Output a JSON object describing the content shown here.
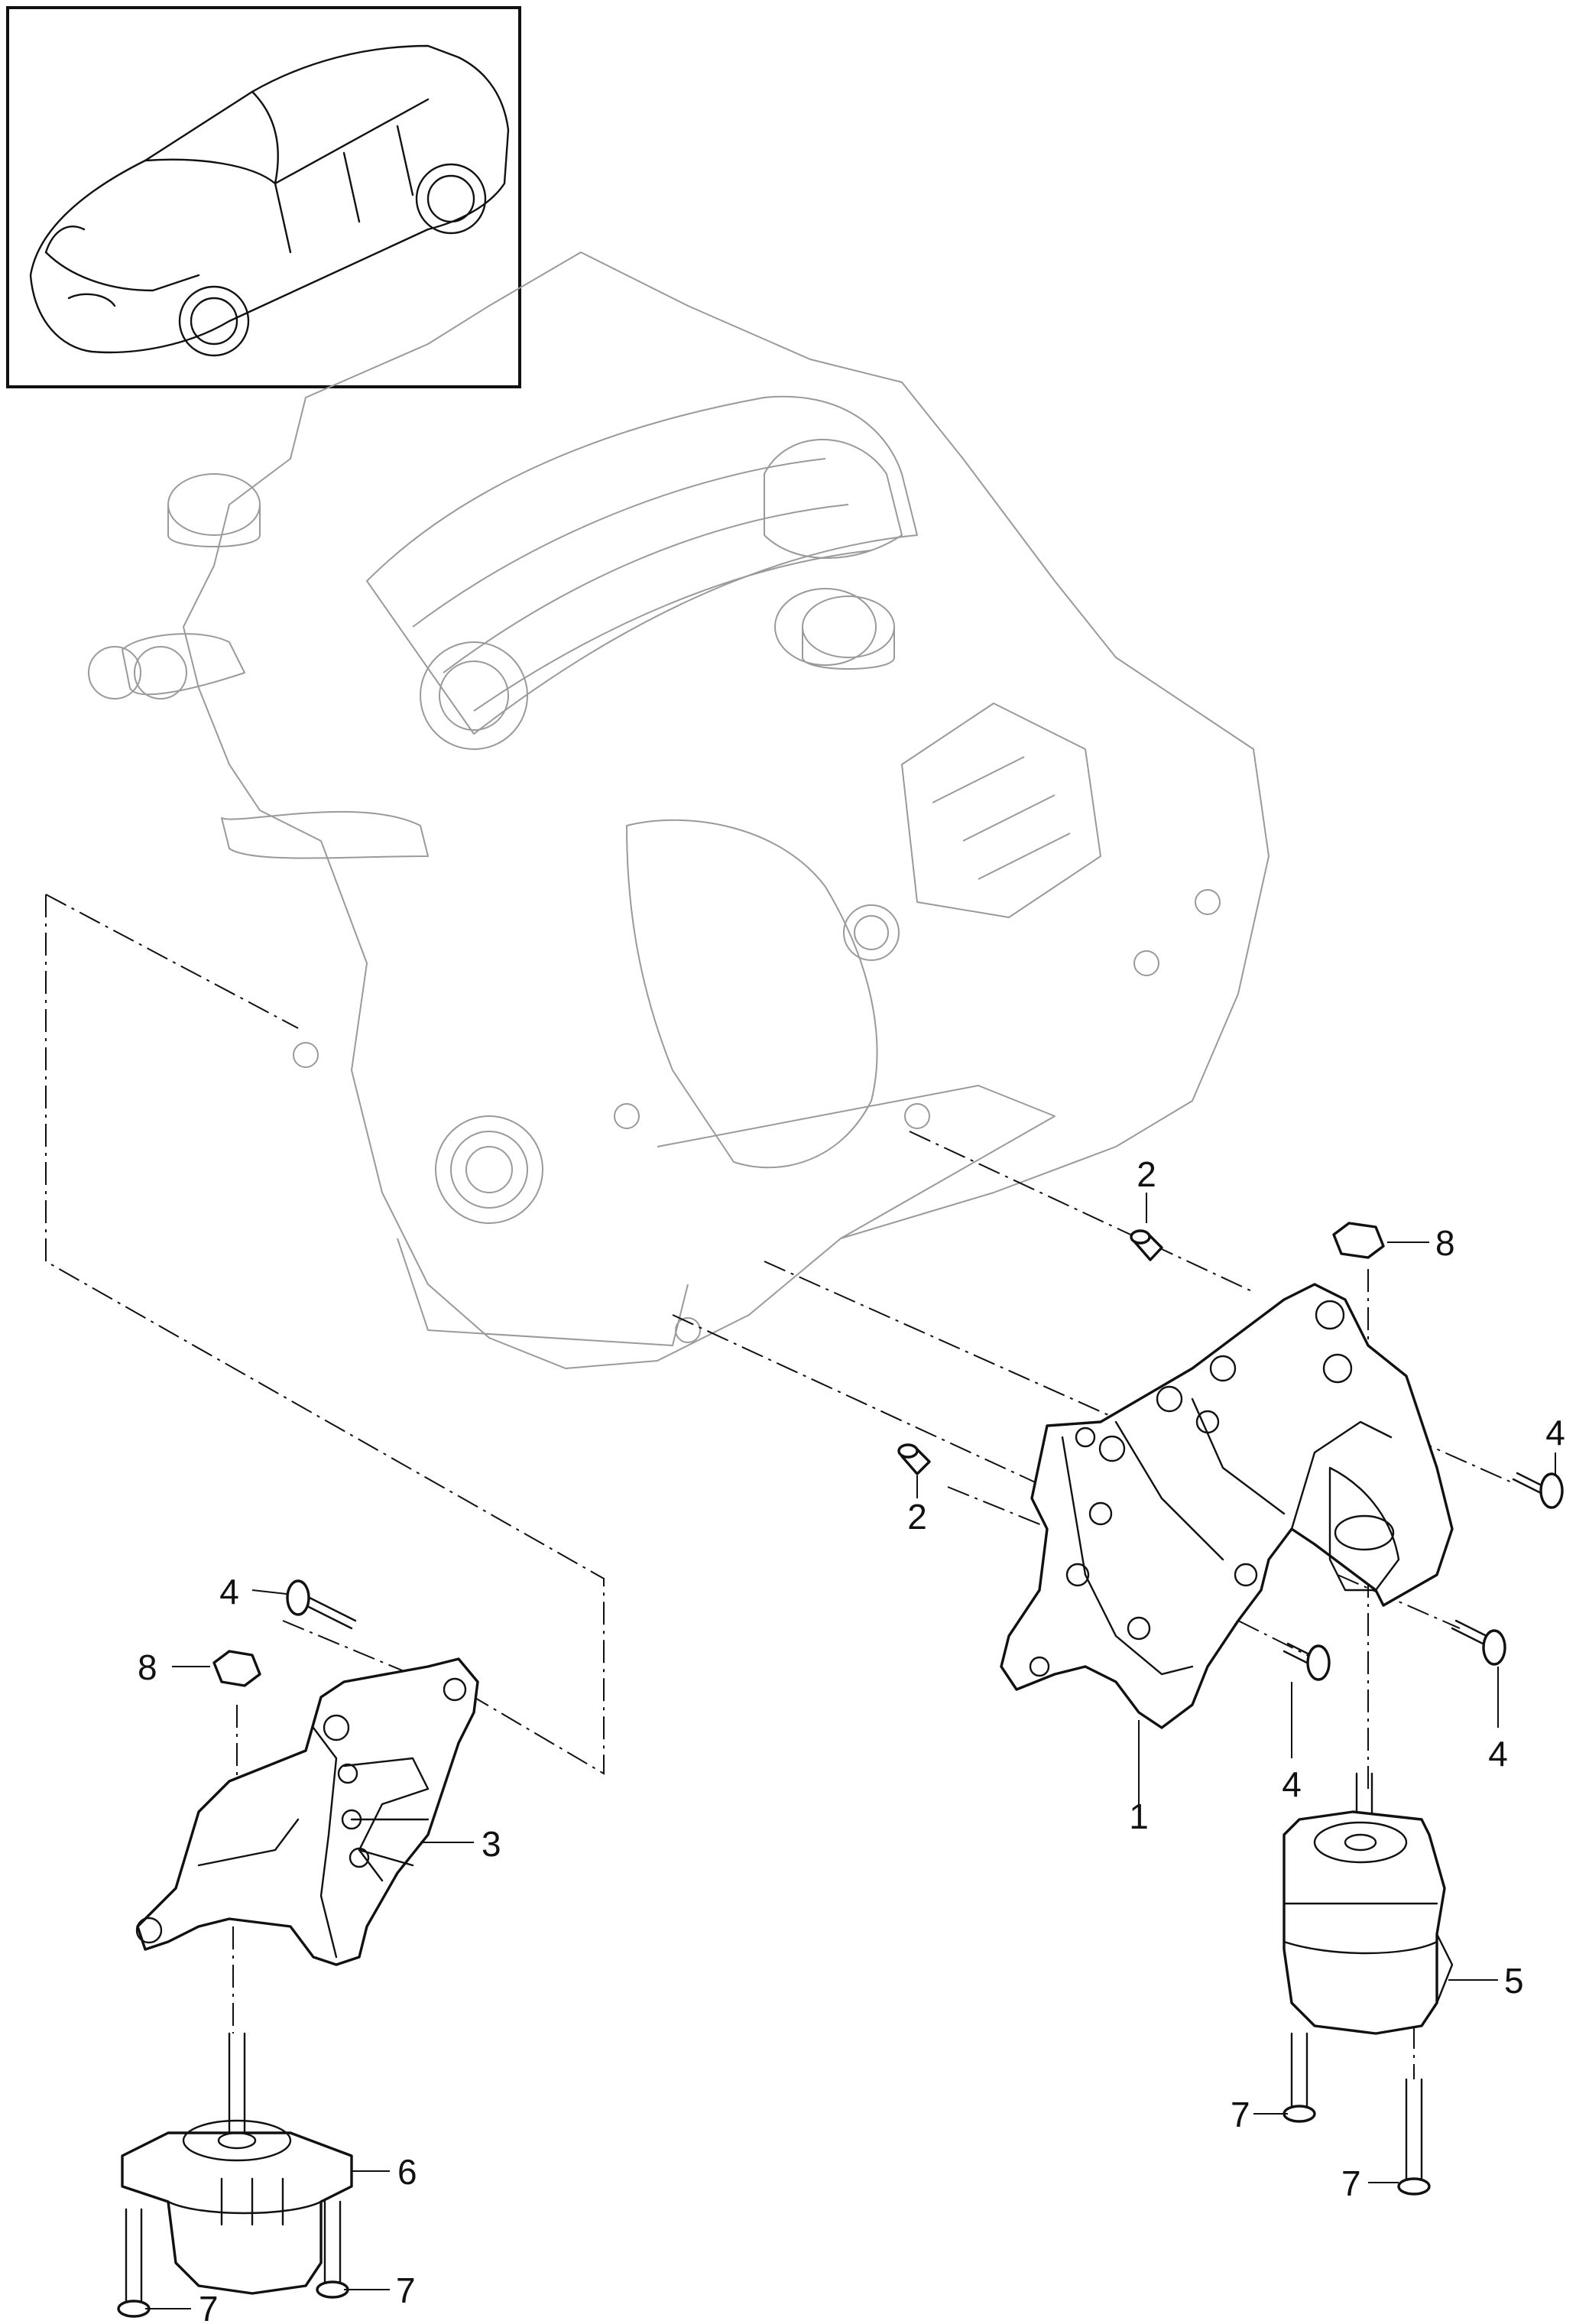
{
  "callouts": [
    {
      "ref": "1",
      "label": "1"
    },
    {
      "ref": "2a",
      "label": "2"
    },
    {
      "ref": "2b",
      "label": "2"
    },
    {
      "ref": "3",
      "label": "3"
    },
    {
      "ref": "4a",
      "label": "4"
    },
    {
      "ref": "4b",
      "label": "4"
    },
    {
      "ref": "4c",
      "label": "4"
    },
    {
      "ref": "4d",
      "label": "4"
    },
    {
      "ref": "5",
      "label": "5"
    },
    {
      "ref": "6",
      "label": "6"
    },
    {
      "ref": "7a",
      "label": "7"
    },
    {
      "ref": "7b",
      "label": "7"
    },
    {
      "ref": "7c",
      "label": "7"
    },
    {
      "ref": "7d",
      "label": "7"
    },
    {
      "ref": "8a",
      "label": "8"
    },
    {
      "ref": "8b",
      "label": "8"
    }
  ]
}
